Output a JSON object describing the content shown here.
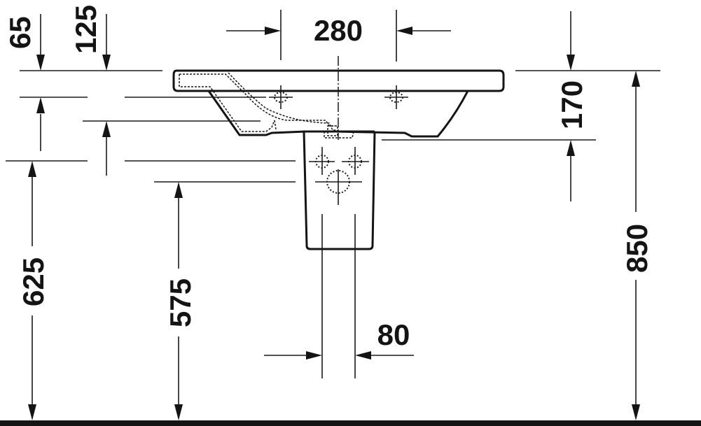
{
  "drawing": {
    "type": "technical dimension drawing",
    "subject": "washbasin with semi-pedestal, side elevation",
    "units": "mm",
    "line_color": "#141414",
    "background": "#ffffff"
  },
  "dimensions": {
    "top_65": "65",
    "top_125": "125",
    "top_280": "280",
    "right_170": "170",
    "left_625": "625",
    "left_575": "575",
    "right_850": "850",
    "bottom_80": "80"
  }
}
